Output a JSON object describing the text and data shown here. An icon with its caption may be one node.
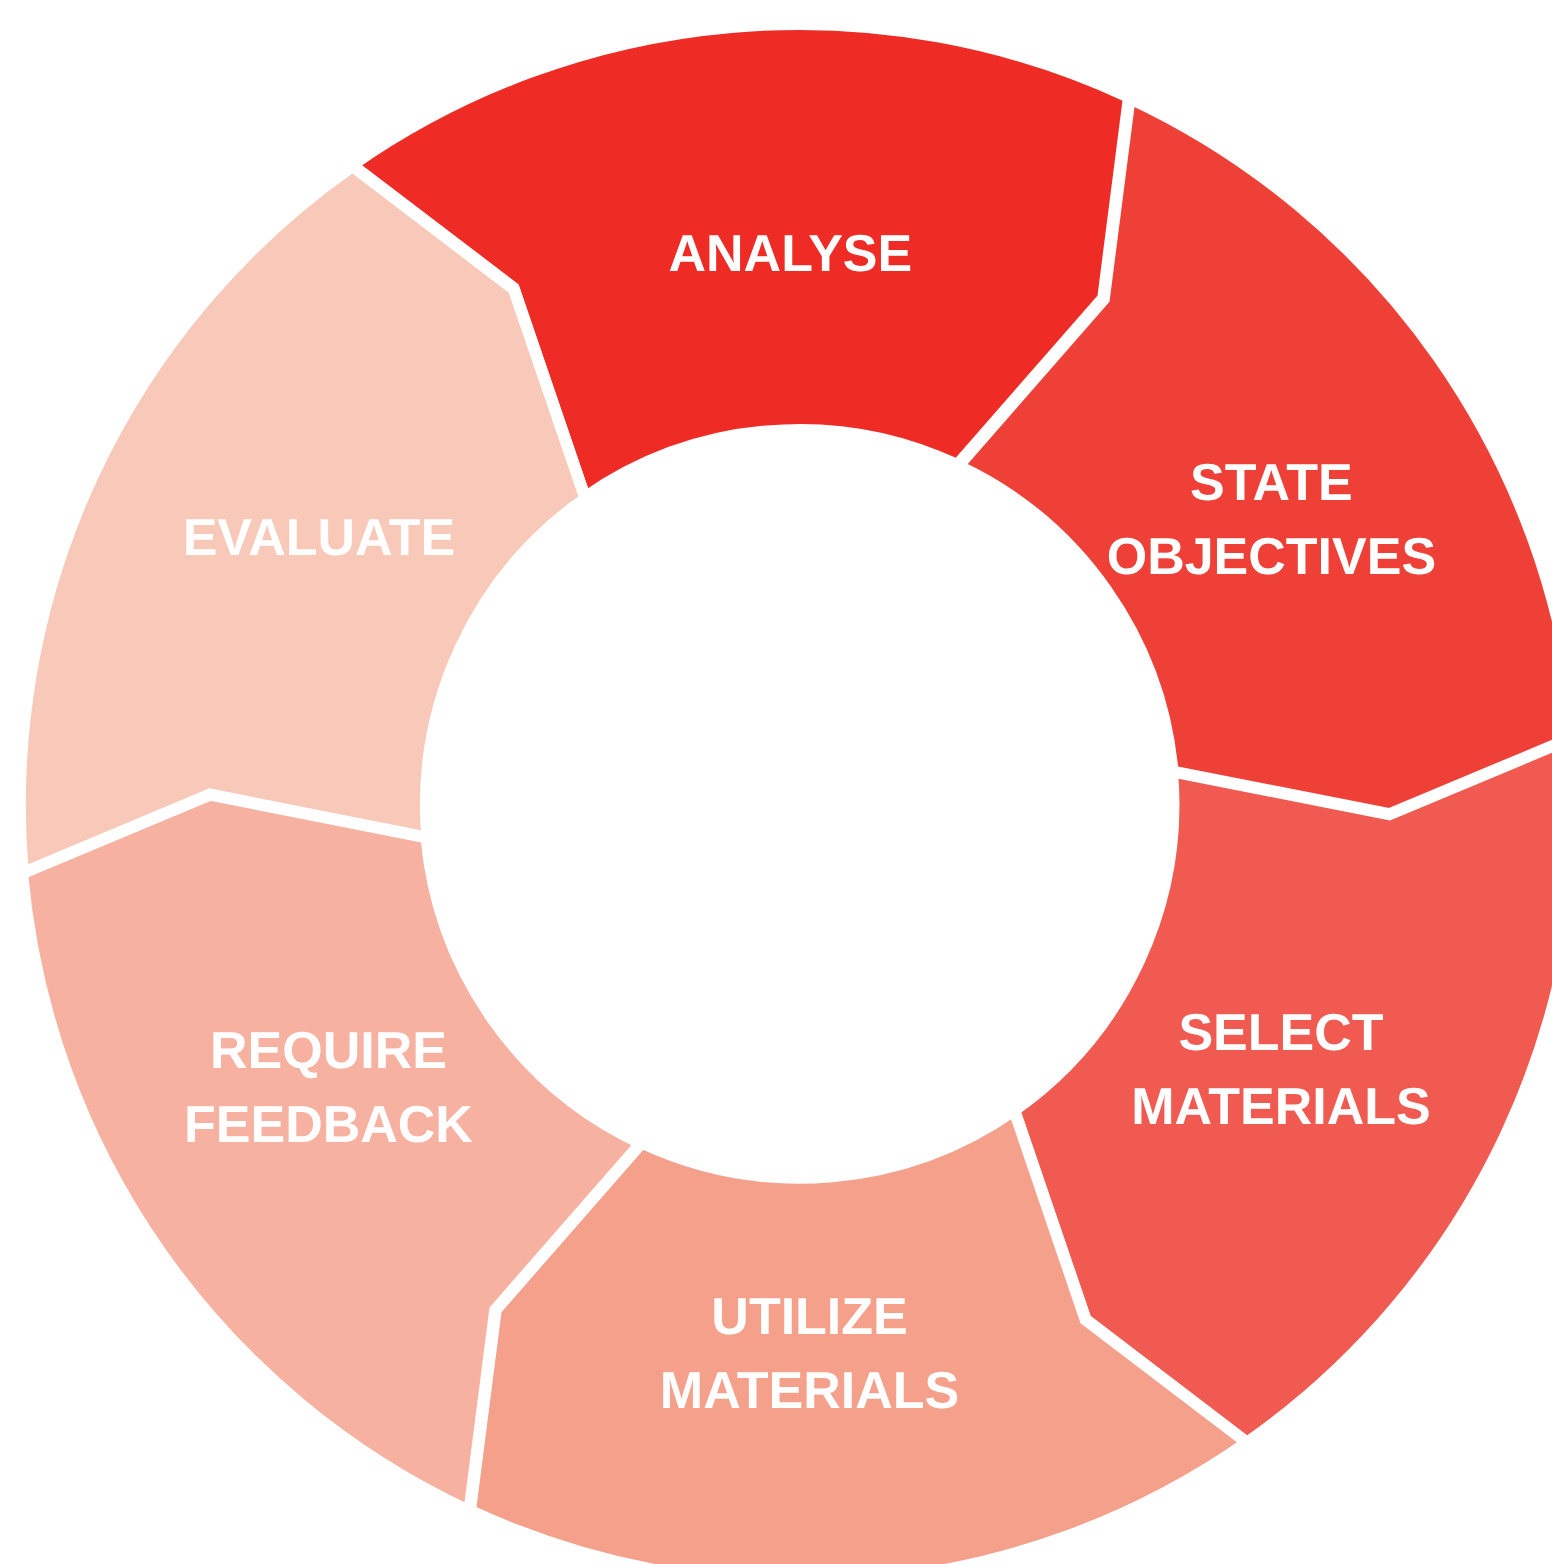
{
  "diagram": {
    "nodes": [
      {
        "text": [
          "ANALYSE"
        ]
      },
      {
        "text": [
          "STATE OBJECTIVES"
        ]
      },
      {
        "text": [
          "SELECT MATERIALS"
        ]
      },
      {
        "text": [
          "UTILIZE MATERIALS"
        ]
      },
      {
        "text": [
          "REQUIRE FEEDBACK"
        ]
      },
      {
        "text": [
          "EVALUATE"
        ]
      }
    ]
  }
}
